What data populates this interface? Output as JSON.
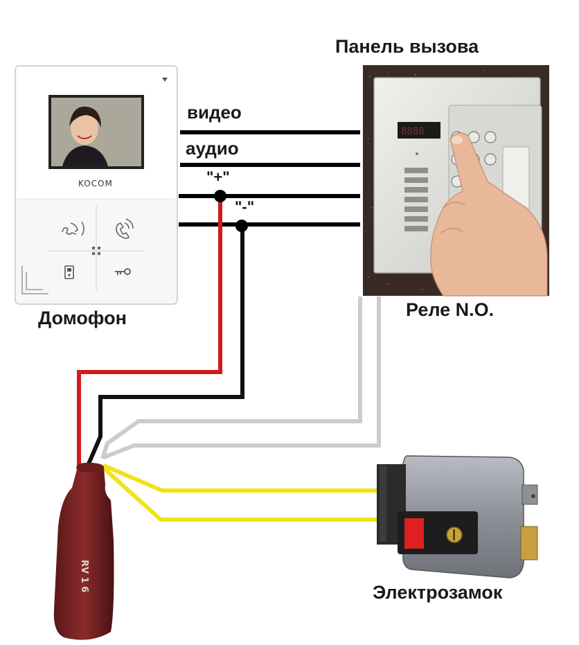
{
  "labels": {
    "call_panel": "Панель вызова",
    "intercom": "Домофон",
    "relay": "Реле N.O.",
    "lock": "Электрозамок",
    "video": "видео",
    "audio": "аудио",
    "plus": "\"+\"",
    "minus": "\"-\"",
    "brand": "KOCOM"
  },
  "wire_colors": {
    "signal": "#000000",
    "plus": "#d11a1a",
    "minus": "#111111",
    "relay": "#c8c8c8",
    "lock": "#f2e21a"
  },
  "icons": {
    "intercom_buttons": [
      "intercom-call-icon",
      "handset-icon",
      "door-station-icon",
      "key-icon"
    ]
  }
}
